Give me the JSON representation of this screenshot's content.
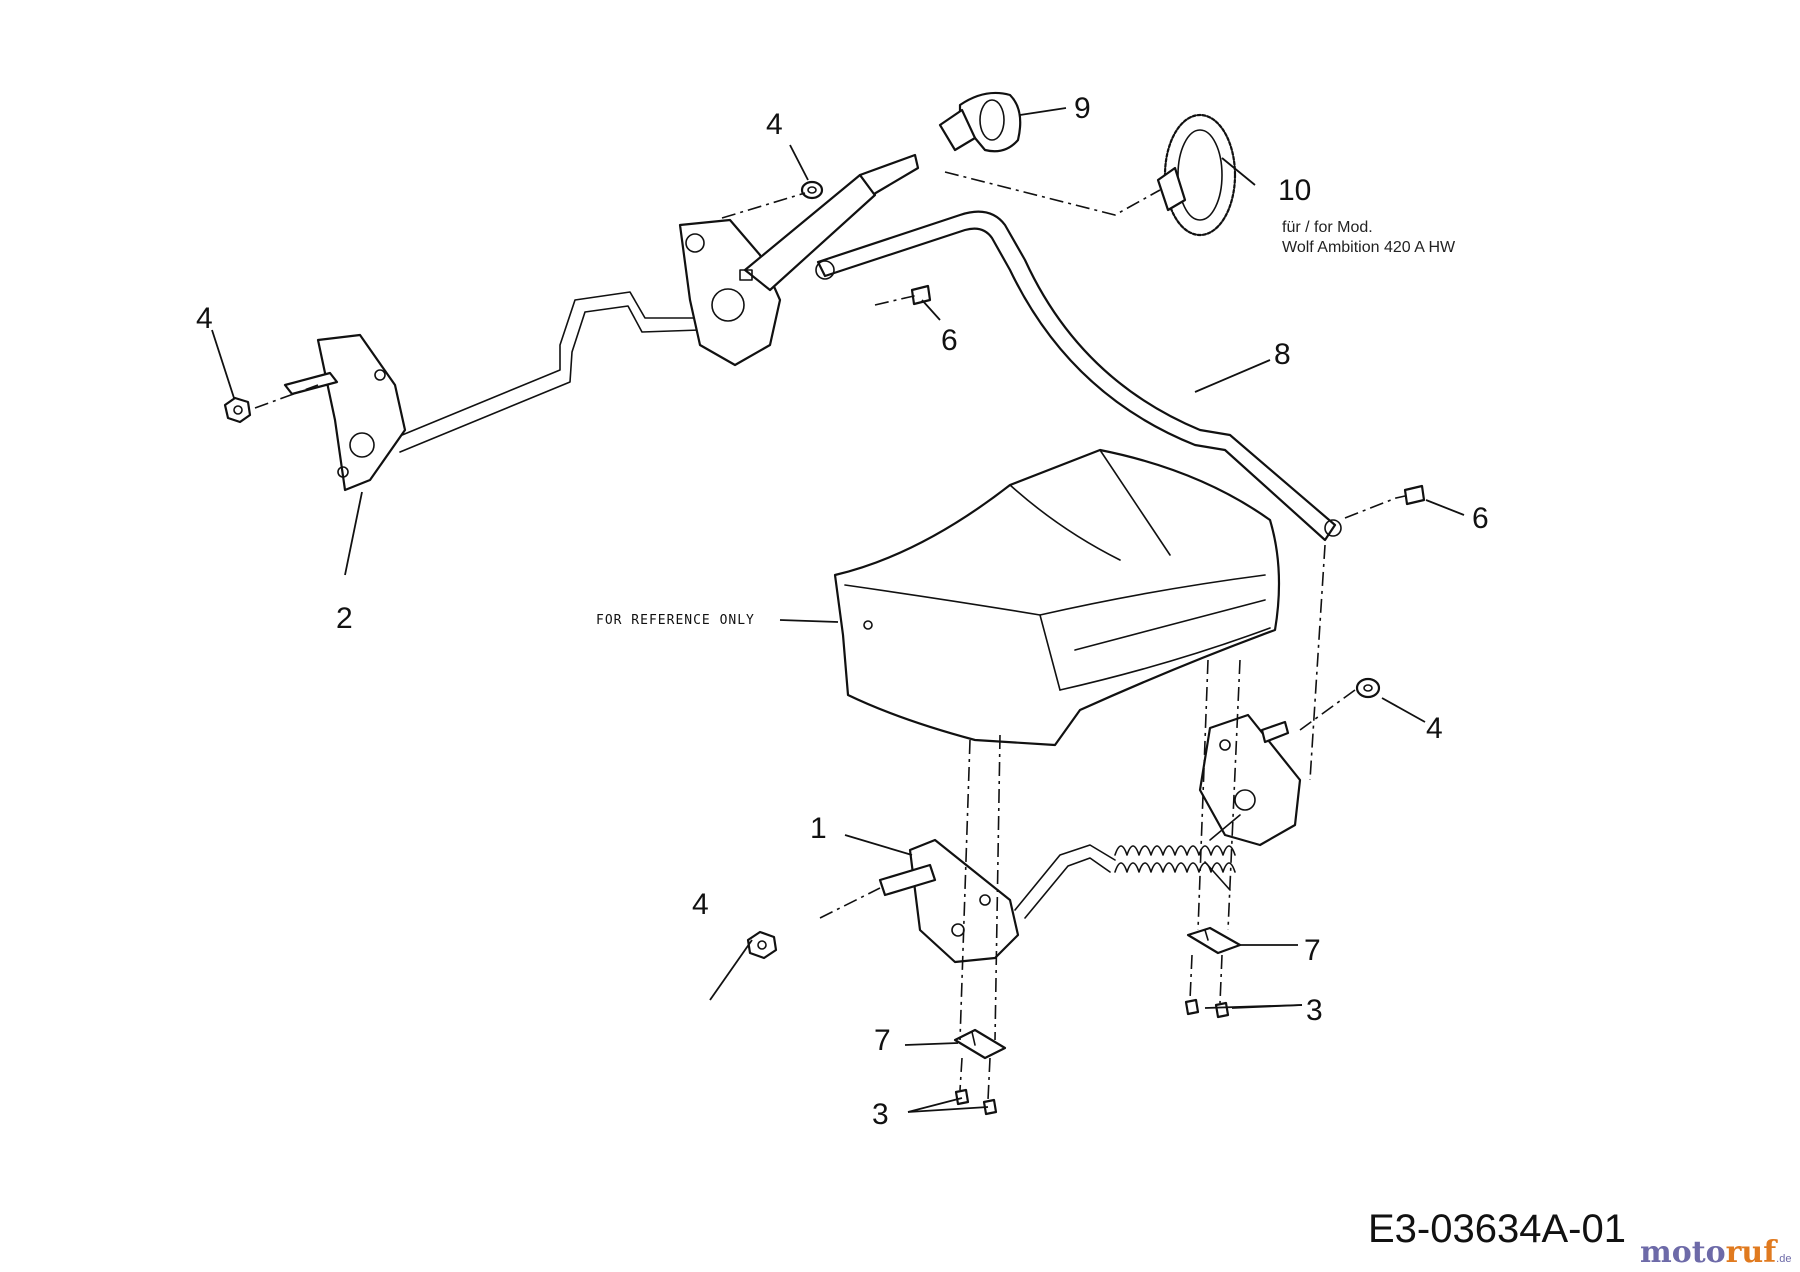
{
  "diagram": {
    "callouts": {
      "c1": "1",
      "c2": "2",
      "c3a": "3",
      "c3b": "3",
      "c4a": "4",
      "c4b": "4",
      "c4c": "4",
      "c4d": "4",
      "c6a": "6",
      "c6b": "6",
      "c7a": "7",
      "c7b": "7",
      "c8": "8",
      "c9": "9",
      "c10": "10"
    },
    "note_line1": "für / for Mod.",
    "note_line2": "Wolf Ambition 420 A HW",
    "reference_label": "FOR REFERENCE ONLY",
    "drawing_code": "E3-03634A-01",
    "watermark": {
      "part1": "moto",
      "part2": "ruf",
      "suffix": ".de"
    }
  }
}
